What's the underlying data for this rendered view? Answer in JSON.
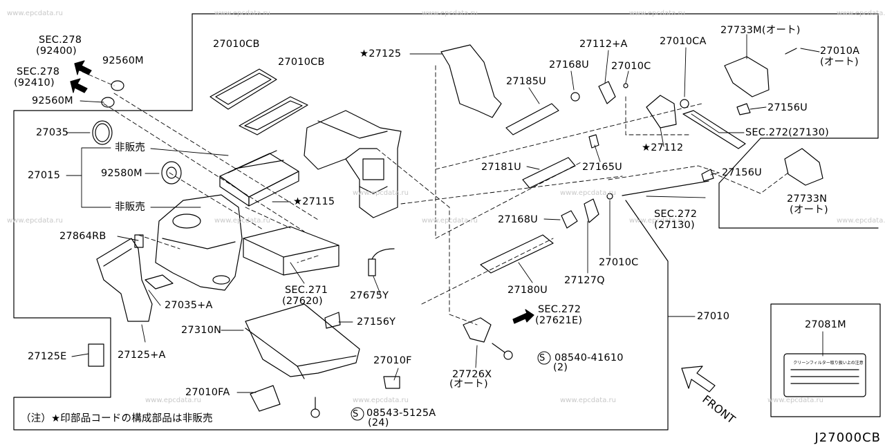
{
  "watermark": "www.epcdata.ru",
  "diagram_ref": "J27000CB",
  "footnote": "（注）★印部品コードの構成部品は非販売",
  "front_label": "FRONT",
  "label_sticker_text": "クリーンフィルター取り扱い上の注意",
  "labels": {
    "sec278_a": "SEC.278",
    "sec278_a_sub": "(92400)",
    "sec278_b": "SEC.278",
    "sec278_b_sub": "(92410)",
    "p92560m_a": "92560M",
    "p92560m_b": "92560M",
    "p27035": "27035",
    "p27015": "27015",
    "hihanbai_a": "非販売",
    "hihanbai_b": "非販売",
    "p92580m": "92580M",
    "p27864rb": "27864RB",
    "p27035a": "27035+A",
    "p27125e": "27125E",
    "p27125a": "27125+A",
    "p27310n": "27310N",
    "p27010fa": "27010FA",
    "p27010cb_a": "27010CB",
    "p27010cb_b": "27010CB",
    "p27125": "★27125",
    "p27115": "★27115",
    "sec271": "SEC.271",
    "sec271_sub": "(27620)",
    "p27675y": "27675Y",
    "p27156y": "27156Y",
    "p27010f": "27010F",
    "screw_a": "08543-5125A",
    "screw_a_qty": "(24)",
    "p27185u": "27185U",
    "p27168u_a": "27168U",
    "p27112a": "27112+A",
    "p27010c_a": "27010C",
    "p27181u": "27181U",
    "p27165u": "27165U",
    "p27168u_b": "27168U",
    "p27180u": "27180U",
    "p27127q": "27127Q",
    "p27010c_b": "27010C",
    "sec272_a": "SEC.272",
    "sec272_a_sub": "(27621E)",
    "p27726x": "27726X",
    "p27726x_sub": "(オート)",
    "screw_b": "08540-41610",
    "screw_b_qty": "(2)",
    "p27010ca": "27010CA",
    "p27733m": "27733M(オート)",
    "p27010a": "27010A",
    "p27010a_sub": "(オート)",
    "p27156u_a": "27156U",
    "sec272_b": "SEC.272(27130)",
    "p27112": "★27112",
    "p27156u_b": "27156U",
    "sec272_c": "SEC.272",
    "sec272_c_sub": "(27130)",
    "p27733n": "27733N",
    "p27733n_sub": "(オート)",
    "p27010": "27010",
    "p27081m": "27081M",
    "s_mark_a": "S",
    "s_mark_b": "S"
  }
}
